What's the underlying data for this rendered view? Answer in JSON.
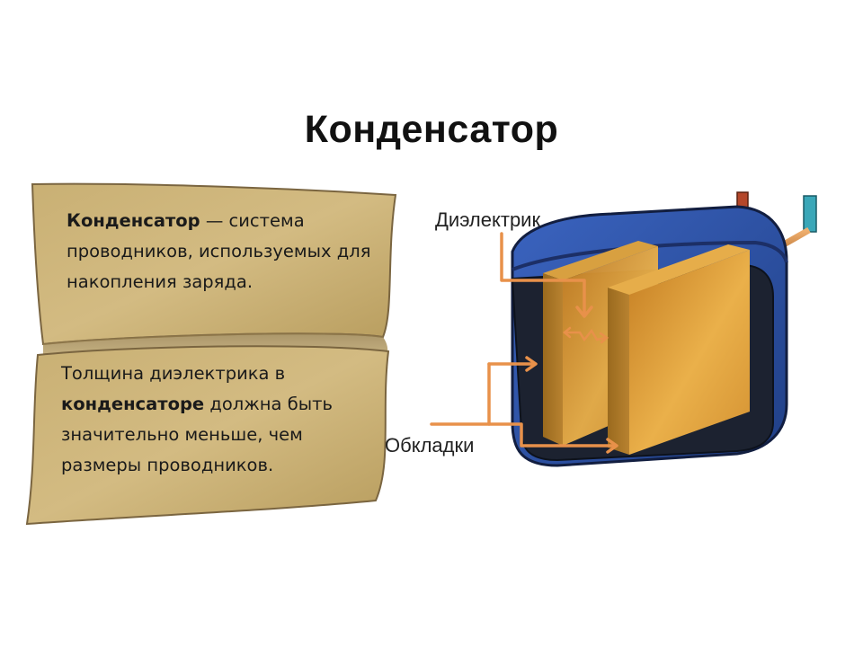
{
  "title": "Конденсатор",
  "definition": {
    "term": "Конденсатор",
    "rest": " — система проводников, используемых для накопления заряда."
  },
  "note": {
    "before": "Толщина диэлектрика в ",
    "term": "конденсаторе",
    "after": " должна быть значительно меньше, чем размеры проводников."
  },
  "labels": {
    "dielectric": "Диэлектрик",
    "plates": "Обкладки"
  },
  "colors": {
    "paper": "#c8ae72",
    "case_blue": "#2f55a8",
    "plate_gold": "#e3a43a",
    "arrow_orange": "#e8914a",
    "terminal_red": "#b5472a",
    "terminal_teal": "#3aa7b8"
  }
}
